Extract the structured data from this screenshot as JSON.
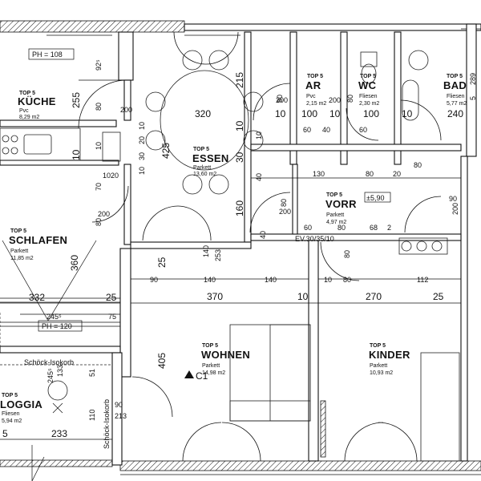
{
  "rooms": [
    {
      "id": "kueche",
      "top": "TOP 5",
      "name": "KÜCHE",
      "floor": "Pvc",
      "area": "8,29 m2"
    },
    {
      "id": "essen",
      "top": "TOP 5",
      "name": "ESSEN",
      "floor": "Parkett",
      "area": "13,60 m2"
    },
    {
      "id": "ar",
      "top": "TOP 5",
      "name": "AR",
      "floor": "Pvc",
      "area": "2,15 m2"
    },
    {
      "id": "wc",
      "top": "TOP 5",
      "name": "WC",
      "floor": "Fliesen",
      "area": "2,30 m2"
    },
    {
      "id": "bad",
      "top": "TOP 5",
      "name": "BAD",
      "floor": "Fliesen",
      "area": "5,77 m2"
    },
    {
      "id": "vorr",
      "top": "TOP 5",
      "name": "VORR",
      "floor": "Parkett",
      "area": "4,97 m2"
    },
    {
      "id": "schlafen",
      "top": "TOP 5",
      "name": "SCHLAFEN",
      "floor": "Parkett",
      "area": "11,85 m2"
    },
    {
      "id": "wohnen",
      "top": "TOP 5",
      "name": "WOHNEN",
      "floor": "Parkett",
      "area": "14,98 m2"
    },
    {
      "id": "kinder",
      "top": "TOP 5",
      "name": "KINDER",
      "floor": "Parkett",
      "area": "10,93 m2"
    },
    {
      "id": "loggia",
      "top": "TOP 5",
      "name": "LOGGIA",
      "floor": "Fliesen",
      "area": "5,94 m2"
    }
  ],
  "labels": {
    "ph_top": "PH = 108",
    "ph_mid": "PH = 120",
    "schoeck_a": "Schöck-Isokorb",
    "schoeck_b": "Schöck-Isokorb",
    "ev": "EV.30/35/10",
    "level": "±5,90",
    "section": "C1"
  },
  "dims": {
    "k255": "255",
    "k80": "80",
    "k200": "200",
    "k925": "92⁵",
    "k10": "10",
    "e320": "320",
    "e425": "425",
    "e215": "215",
    "e10a": "10",
    "e30a": "30",
    "e70": "70",
    "e1020": "1020",
    "e10b": "10",
    "e30b": "30",
    "e20": "20",
    "e10c": "10",
    "e10d": "10",
    "ar80": "80",
    "ar200": "200",
    "ar10": "10",
    "ar100": "100",
    "ar60": "60",
    "ar40": "40",
    "wc10": "10",
    "wc100": "100",
    "wc80": "80",
    "wc200": "200",
    "wc60": "60",
    "bad10": "10",
    "bad240": "240",
    "bad289": "289",
    "bad5": "5",
    "v130": "130",
    "v80": "80",
    "v20": "20",
    "v80b": "80",
    "v90": "90",
    "v200": "200",
    "v40": "40",
    "v10": "10",
    "v160": "160",
    "v60": "60",
    "v80c": "80",
    "v68": "68",
    "v2": "2",
    "v80d": "80",
    "v40b": "40",
    "v200b": "200",
    "v80e": "80",
    "s80": "80",
    "s200": "200",
    "s360": "360",
    "s332": "332",
    "s25": "25",
    "s2455": "245⁵",
    "s75": "75",
    "w90": "90",
    "w140a": "140",
    "w140b": "140",
    "w140c": "140",
    "w253": "253",
    "w25": "25",
    "w10": "10",
    "w80": "80",
    "w370": "370",
    "w10b": "10",
    "w405": "405",
    "ki112": "112",
    "ki270": "270",
    "ki25": "25",
    "l51": "51",
    "l2455": "245⁵",
    "l133": "133",
    "l110": "110",
    "l90": "90",
    "l213": "213",
    "l233": "233",
    "l5": "5"
  }
}
